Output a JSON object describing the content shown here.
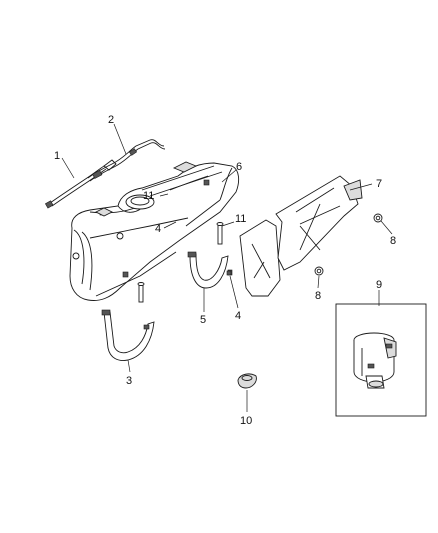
{
  "callouts": [
    {
      "id": "1",
      "label": "1"
    },
    {
      "id": "2",
      "label": "2"
    },
    {
      "id": "3",
      "label": "3"
    },
    {
      "id": "4a",
      "label": "4"
    },
    {
      "id": "4b",
      "label": "4"
    },
    {
      "id": "5",
      "label": "5"
    },
    {
      "id": "6",
      "label": "6"
    },
    {
      "id": "7",
      "label": "7"
    },
    {
      "id": "8a",
      "label": "8"
    },
    {
      "id": "8b",
      "label": "8"
    },
    {
      "id": "9",
      "label": "9"
    },
    {
      "id": "10",
      "label": "10"
    },
    {
      "id": "11a",
      "label": "11"
    },
    {
      "id": "11b",
      "label": "11"
    }
  ]
}
